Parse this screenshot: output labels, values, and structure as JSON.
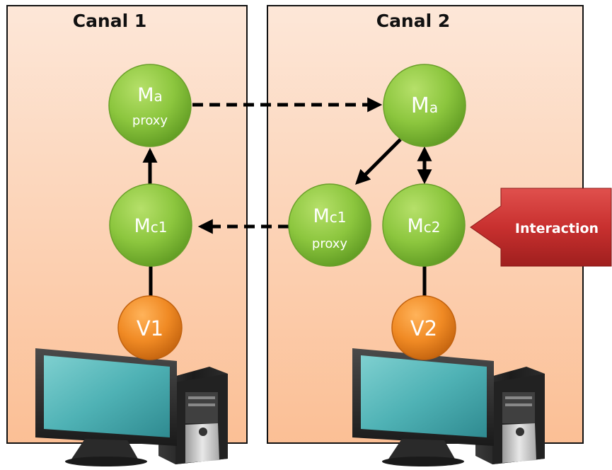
{
  "panels": {
    "left": {
      "title": "Canal 1"
    },
    "right": {
      "title": "Canal 2"
    }
  },
  "nodes": {
    "ma_proxy": {
      "main": "M",
      "sub": "a",
      "line2": "proxy"
    },
    "ma": {
      "main": "M",
      "sub": "a"
    },
    "mc1_left": {
      "main": "M",
      "sub": "c1"
    },
    "mc1_proxy": {
      "main": "M",
      "sub": "c1",
      "line2": "proxy"
    },
    "mc2": {
      "main": "M",
      "sub": "c2"
    },
    "v1": {
      "label": "V1"
    },
    "v2": {
      "label": "V2"
    }
  },
  "interaction": {
    "label": "Interaction"
  },
  "colors": {
    "panel_top": "#fde4d4",
    "panel_bottom": "#fab98e",
    "node_green": "#8cc63e",
    "node_orange": "#f08a24",
    "interaction_red": "#c8302f",
    "monitor_screen": "#4fb2b5"
  }
}
